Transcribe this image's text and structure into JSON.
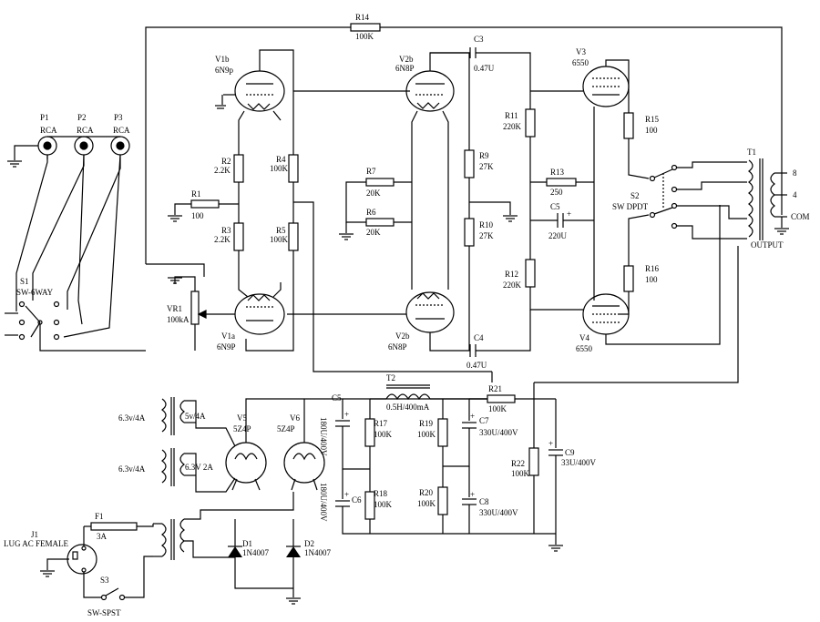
{
  "inputs": {
    "p1": {
      "ref": "P1",
      "type": "RCA"
    },
    "p2": {
      "ref": "P2",
      "type": "RCA"
    },
    "p3": {
      "ref": "P3",
      "type": "RCA"
    },
    "s1": {
      "ref": "S1",
      "type": "SW-6WAY"
    }
  },
  "tubes": {
    "v1b": {
      "ref": "V1b",
      "type": "6N9p"
    },
    "v1a": {
      "ref": "V1a",
      "type": "6N9P"
    },
    "v2b_top": {
      "ref": "V2b",
      "type": "6N8P"
    },
    "v2b_bot": {
      "ref": "V2b",
      "type": "6N8P"
    },
    "v3": {
      "ref": "V3",
      "type": "6550"
    },
    "v4": {
      "ref": "V4",
      "type": "6550"
    },
    "v5": {
      "ref": "V5",
      "type": "5Z4P"
    },
    "v6": {
      "ref": "V6",
      "type": "5Z4P"
    }
  },
  "resistors": {
    "r14": {
      "ref": "R14",
      "value": "100K"
    },
    "r1": {
      "ref": "R1",
      "value": "100"
    },
    "r2": {
      "ref": "R2",
      "value": "2.2K"
    },
    "r3": {
      "ref": "R3",
      "value": "2.2K"
    },
    "r4": {
      "ref": "R4",
      "value": "100K"
    },
    "r5": {
      "ref": "R5",
      "value": "100K"
    },
    "r6": {
      "ref": "R6",
      "value": "20K"
    },
    "r7": {
      "ref": "R7",
      "value": "20K"
    },
    "r9": {
      "ref": "R9",
      "value": "27K"
    },
    "r10": {
      "ref": "R10",
      "value": "27K"
    },
    "r11": {
      "ref": "R11",
      "value": "220K"
    },
    "r12": {
      "ref": "R12",
      "value": "220K"
    },
    "r13": {
      "ref": "R13",
      "value": "250"
    },
    "r15": {
      "ref": "R15",
      "value": "100"
    },
    "r16": {
      "ref": "R16",
      "value": "100"
    },
    "r17": {
      "ref": "R17",
      "value": "100K"
    },
    "r18": {
      "ref": "R18",
      "value": "100K"
    },
    "r19": {
      "ref": "R19",
      "value": "100K"
    },
    "r20": {
      "ref": "R20",
      "value": "100K"
    },
    "r21": {
      "ref": "R21",
      "value": "100K"
    },
    "r22": {
      "ref": "R22",
      "value": "100K"
    },
    "vr1": {
      "ref": "VR1",
      "value": "100kA"
    }
  },
  "capacitors": {
    "c3": {
      "ref": "C3",
      "value": "0.47U"
    },
    "c4": {
      "ref": "C4",
      "value": "0.47U"
    },
    "c5": {
      "ref": "C5",
      "value": "220U"
    },
    "c5p": {
      "ref": "C5",
      "value": "180U/400V"
    },
    "c6": {
      "ref": "C6",
      "value": "180U/400V"
    },
    "c7": {
      "ref": "C7",
      "value": "330U/400V"
    },
    "c8": {
      "ref": "C8",
      "value": "330U/400V"
    },
    "c9": {
      "ref": "C9",
      "value": "33U/400V"
    }
  },
  "output": {
    "t1": "T1",
    "label": "OUTPUT",
    "s2_ref": "S2",
    "s2_type": "SW DPDT",
    "taps": [
      "8",
      "4",
      "COM"
    ]
  },
  "power": {
    "t2_ref": "T2",
    "t2_value": "0.5H/400mA",
    "windings": [
      "6.3v/4A",
      "6.3v/4A",
      "5v/4A",
      "6.3V 2A"
    ],
    "d1": {
      "ref": "D1",
      "type": "1N4007"
    },
    "d2": {
      "ref": "D2",
      "type": "1N4007"
    },
    "f1": {
      "ref": "F1",
      "value": "3A"
    },
    "j1": {
      "ref": "J1",
      "type": "LUG AC FEMALE"
    },
    "s3": {
      "ref": "S3",
      "type": "SW-SPST"
    }
  },
  "plus": "+"
}
